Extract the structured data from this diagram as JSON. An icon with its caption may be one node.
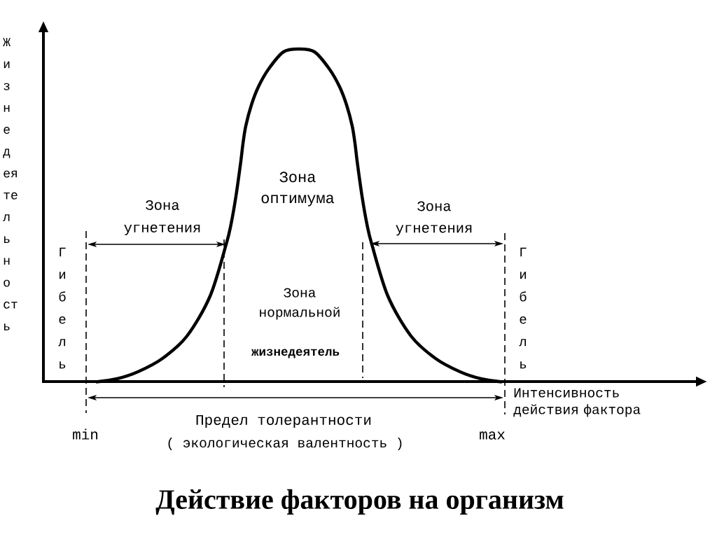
{
  "diagram": {
    "title": "Действие факторов на организм",
    "labels": [
      "Ж и з н е д ея те л ь н о ст ь",
      "Зона оптимума",
      "Зона угнетения",
      "Зона угнетения",
      "Г и б е л ь",
      "Г и б е л ь",
      "Зона нормальной",
      "жизнедеятель",
      "Интенсивность действия фактора",
      "min",
      "Предел толерантности",
      "( экологическая валентность )",
      "max"
    ]
  }
}
